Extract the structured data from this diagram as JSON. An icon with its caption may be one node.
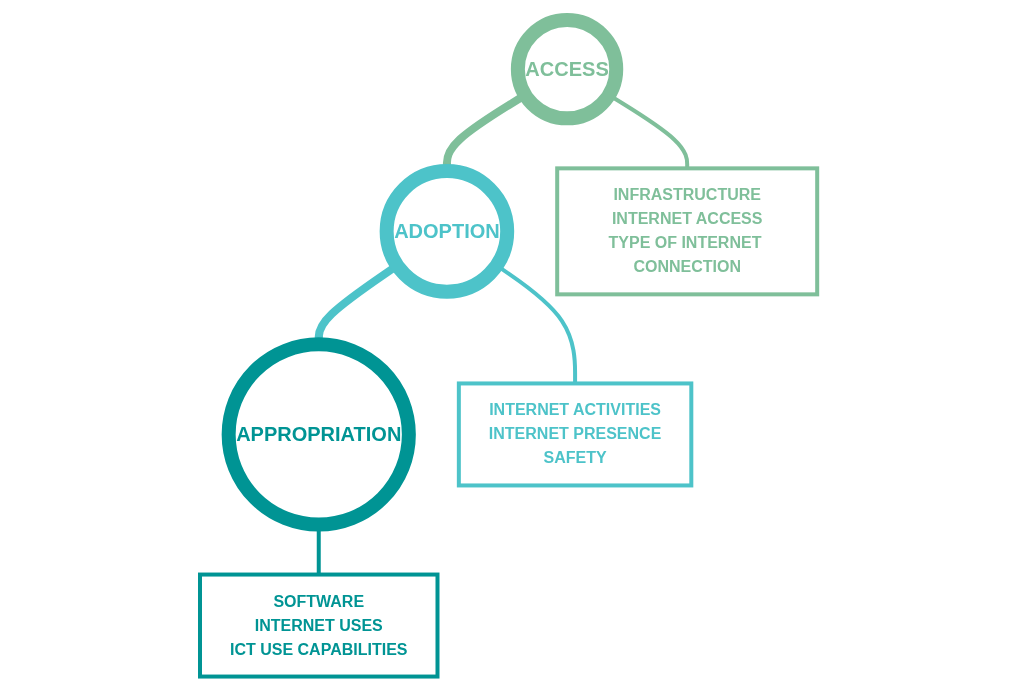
{
  "diagram": {
    "nodes": [
      {
        "text": [
          "ACCESS"
        ]
      },
      {
        "text": [
          "ADOPTION"
        ]
      },
      {
        "text": [
          "APPROPRIATION"
        ]
      },
      {
        "text": [
          "INFRASTRUCTURE",
          "INTERNET ACCESS",
          "TYPE OF INTERNET CONNECTION"
        ]
      },
      {
        "text": [
          "INTERNET ACTIVITIES",
          "INTERNET PRESENCE",
          "SAFETY"
        ]
      },
      {
        "text": [
          "SOFTWARE",
          "INTERNET USES",
          "ICT USE CAPABILITIES"
        ]
      }
    ],
    "edges": [
      {
        "from": 0,
        "to": 1,
        "arrow": "to",
        "style": "thick",
        "color": "#7fbf9a"
      },
      {
        "from": 1,
        "to": 2,
        "arrow": "to",
        "style": "thick",
        "color": "#4dc3c9"
      },
      {
        "from": 0,
        "to": 3,
        "arrow": "none",
        "color": "#7fbf9a"
      },
      {
        "from": 1,
        "to": 4,
        "arrow": "none",
        "color": "#4dc3c9"
      },
      {
        "from": 2,
        "to": 5,
        "arrow": "none",
        "color": "#009494"
      }
    ]
  }
}
